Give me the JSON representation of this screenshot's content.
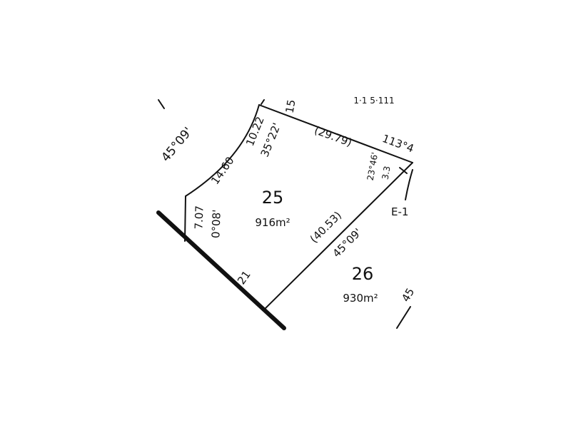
{
  "colors": {
    "ink": "#111111",
    "background": "#ffffff"
  },
  "lots": [
    {
      "number": "25",
      "area": "916m²"
    },
    {
      "number": "26",
      "area": "930m²"
    }
  ],
  "dimensions": {
    "left_bearing": "45°09'",
    "arc_upper": "10.22",
    "arc_upper_angle": "35°22'",
    "arc_lower": "14.60",
    "west_side": "7.07",
    "west_angle": "0°08'",
    "north_side": "(29.79)",
    "north_east_bearing": "113°4",
    "north_east_side": "23°46'",
    "north_east_short": "3.3",
    "diagonal": "(40.53)",
    "diagonal_bearing": "45°09'",
    "road_length": "21",
    "top_numbers": "15",
    "top_text": "1·1 5·111",
    "easement": "E-1",
    "right_edge": "45"
  }
}
